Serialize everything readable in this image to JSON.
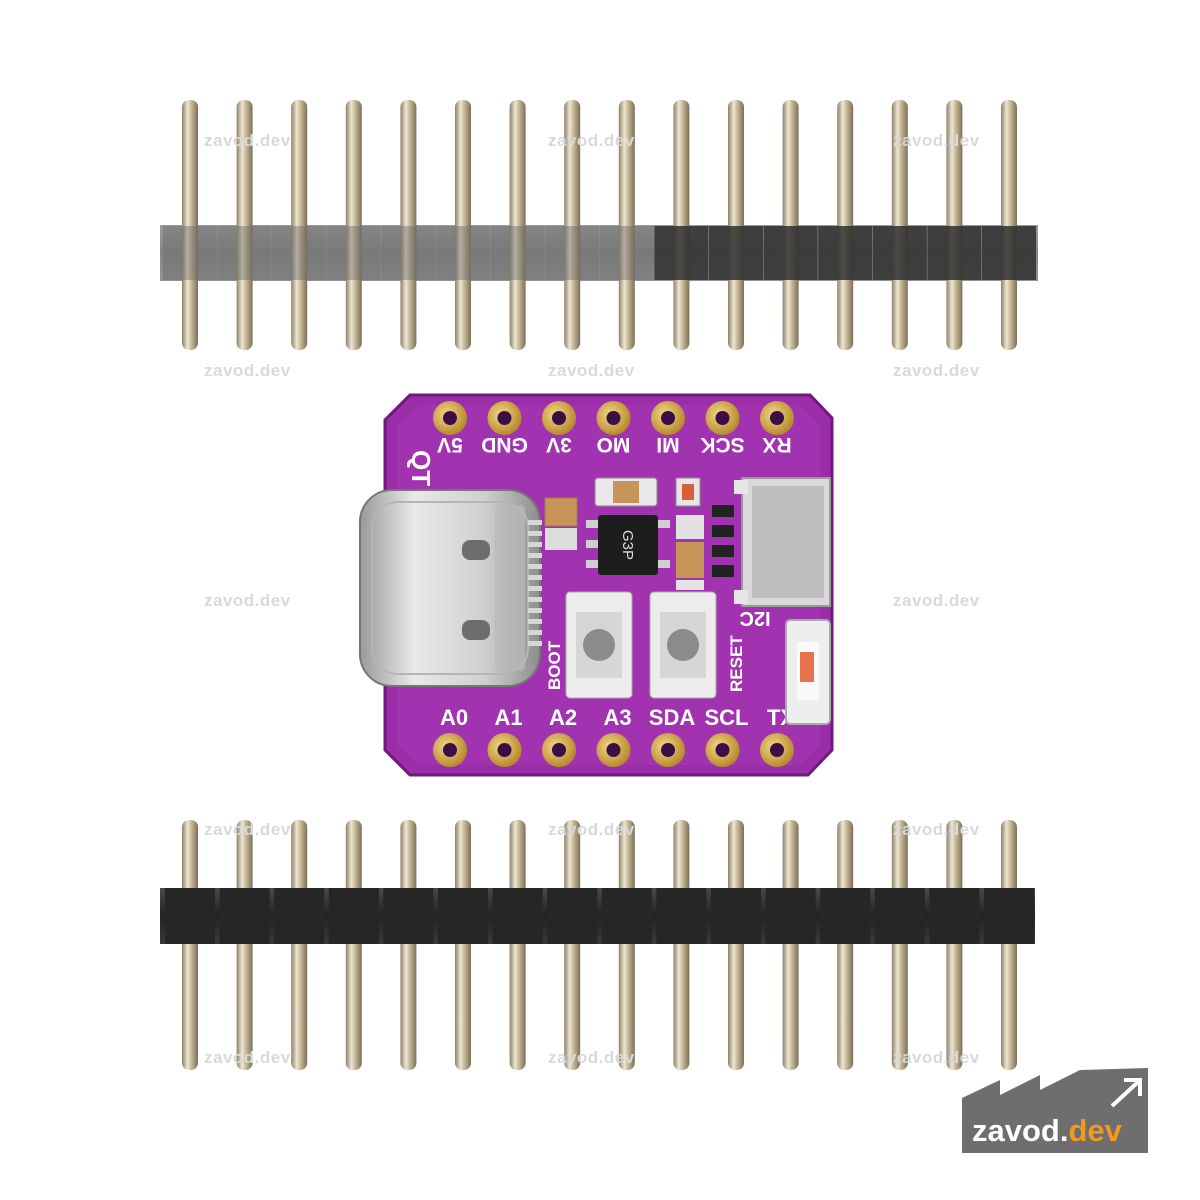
{
  "watermark": "zavod.dev",
  "logo": {
    "name_part": "zavod.",
    "tld_part": "dev"
  },
  "board": {
    "top_pins": [
      "5V",
      "GND",
      "3V",
      "MO",
      "MI",
      "SCK",
      "RX"
    ],
    "bottom_pins": [
      "A0",
      "A1",
      "A2",
      "A3",
      "SDA",
      "SCL",
      "TX"
    ],
    "chip_marking": "G3P",
    "connector_label": "I2C",
    "button_labels": [
      "BOOT",
      "RESET"
    ],
    "brand_partial": "QT PY"
  },
  "colors": {
    "pcb": "#9b2ea8",
    "pcb_dark": "#7a1d8a",
    "silk": "#ffffff",
    "gold": "#c9a24a",
    "header_plastic": "#2a2a2a",
    "pin_metal": "#b9ab8f",
    "logo_bg": "#6e6e6e",
    "logo_accent": "#f39a1e"
  }
}
